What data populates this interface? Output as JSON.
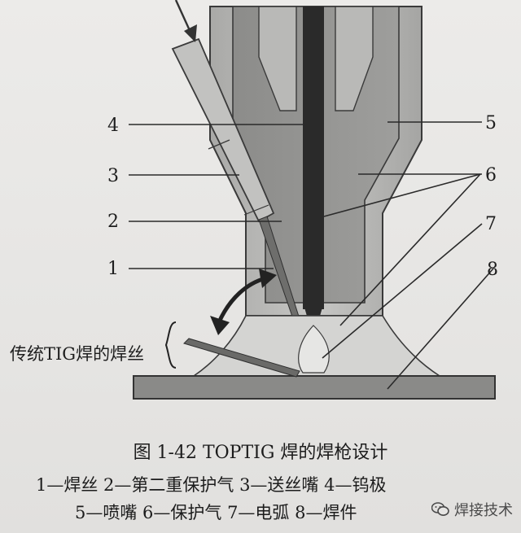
{
  "callouts": [
    "1",
    "2",
    "3",
    "4",
    "5",
    "6",
    "7",
    "8"
  ],
  "side_label": "传统TIG焊的焊丝",
  "caption": "图 1-42   TOPTIG 焊的焊枪设计",
  "legend": {
    "row1": "1—焊丝   2—第二重保护气   3—送丝嘴   4—钨极",
    "row2": "5—喷嘴   6—保护气   7—电弧   8—焊件"
  },
  "watermark": "焊接技术",
  "colors": {
    "body_light": "#c8c8c6",
    "body_mid": "#9a9a98",
    "body_dark": "#6e6e6c",
    "electrode": "#2a2a2a",
    "workpiece": "#8a8a88"
  }
}
